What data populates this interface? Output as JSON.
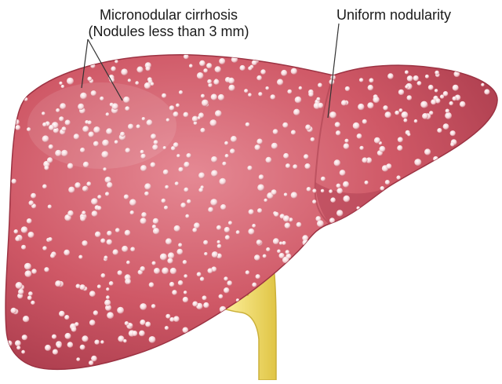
{
  "labels": {
    "micronodular_line1": "Micronodular cirrhosis",
    "micronodular_line2": "(Nodules less than 3 mm)",
    "uniform": "Uniform nodularity"
  },
  "colors": {
    "liver_base": "#cf5866",
    "liver_light": "#e07f8a",
    "liver_dark": "#a9394a",
    "bile_duct": "#f5e17a",
    "bile_duct_edge": "#d9bf3c",
    "nodule": "#f4dadd",
    "leader": "#333333"
  },
  "icons": {
    "organ": "cirrhotic-liver-illustration",
    "duct": "bile-duct-illustration"
  }
}
